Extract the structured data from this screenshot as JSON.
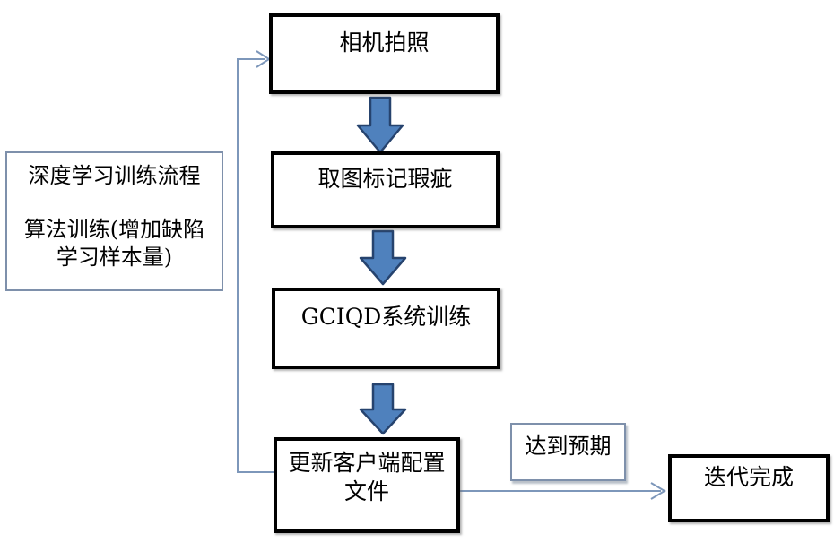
{
  "flowchart": {
    "side_note": {
      "line1": "深度学习训练流程",
      "line2": "算法训练(增加缺陷",
      "line3": "学习样本量)"
    },
    "steps": {
      "camera": "相机拍照",
      "label_defects": "取图标记瑕疵",
      "gciqd_training": "GCIQD系统训练",
      "update_config_line1": "更新客户端配置",
      "update_config_line2": "文件"
    },
    "condition_label": "达到预期",
    "end_node": "迭代完成",
    "colors": {
      "block_arrow_fill": "#4f81bd",
      "block_arrow_outline": "#26436e",
      "connector_line": "#7d97ba",
      "process_border": "#000000",
      "note_border": "#7e90ab"
    }
  }
}
